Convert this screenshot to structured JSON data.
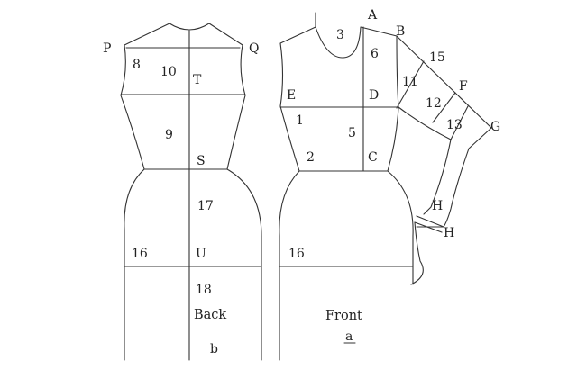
{
  "back": {
    "label_P": "P",
    "label_Q": "Q",
    "label_T": "T",
    "label_S": "S",
    "label_U": "U",
    "num_8": "8",
    "num_10": "10",
    "num_9": "9",
    "num_17": "17",
    "num_16": "16",
    "num_18": "18",
    "caption": "Back",
    "sublabel": "b"
  },
  "front": {
    "label_A": "A",
    "label_B": "B",
    "label_F": "F",
    "label_G": "G",
    "label_H_upper": "H",
    "label_H_lower": "H",
    "label_E": "E",
    "label_D": "D",
    "label_C": "C",
    "num_3": "3",
    "num_6": "6",
    "num_15": "15",
    "num_11": "11",
    "num_12": "12",
    "num_13": "13",
    "num_1": "1",
    "num_5": "5",
    "num_2": "2",
    "num_16": "16",
    "caption": "Front",
    "sublabel": "a"
  }
}
